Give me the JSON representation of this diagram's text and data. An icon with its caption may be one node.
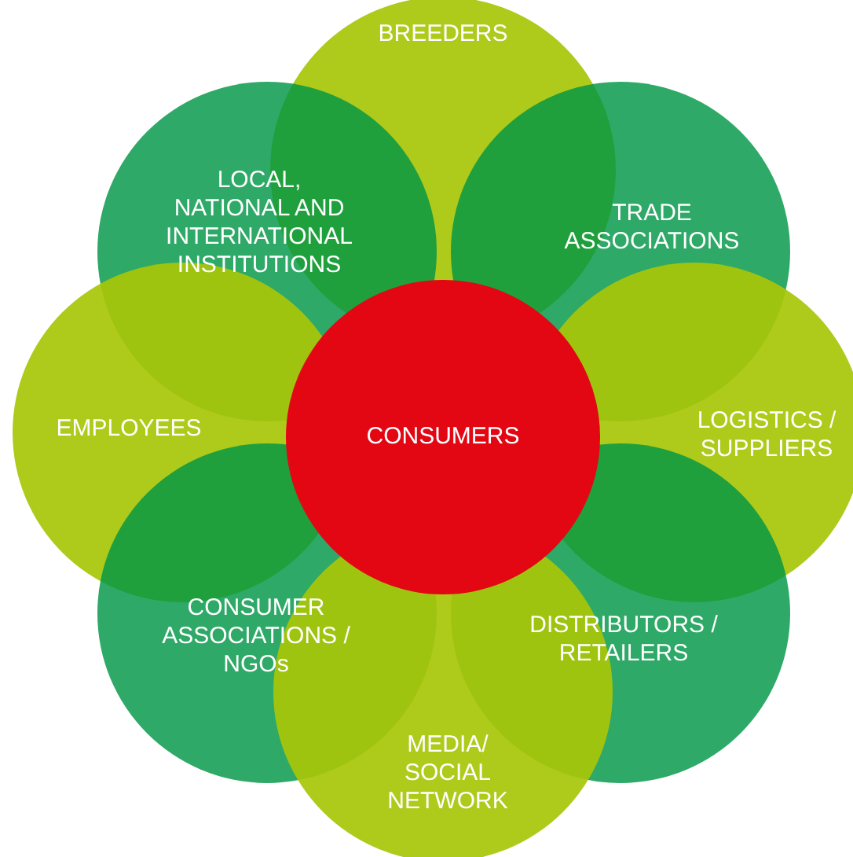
{
  "diagram": {
    "nodes": [
      {
        "text": [
          "BREEDERS"
        ]
      },
      {
        "text": [
          "LOCAL, NATIONAL AND INTERNATIONAL INSTITUTIONS"
        ]
      },
      {
        "text": [
          "TRADE ASSOCIATIONS"
        ]
      },
      {
        "text": [
          "EMPLOYEES"
        ]
      },
      {
        "text": [
          "CONSUMERS"
        ]
      },
      {
        "text": [
          "LOGISTICS / SUPPLIERS"
        ]
      },
      {
        "text": [
          "CONSUMER ASSOCIATIONS / NGOs"
        ]
      },
      {
        "text": [
          "DISTRIBUTORS / RETAILERS"
        ]
      },
      {
        "text": [
          "MEDIA/ SOCIAL NETWORK"
        ]
      }
    ]
  }
}
